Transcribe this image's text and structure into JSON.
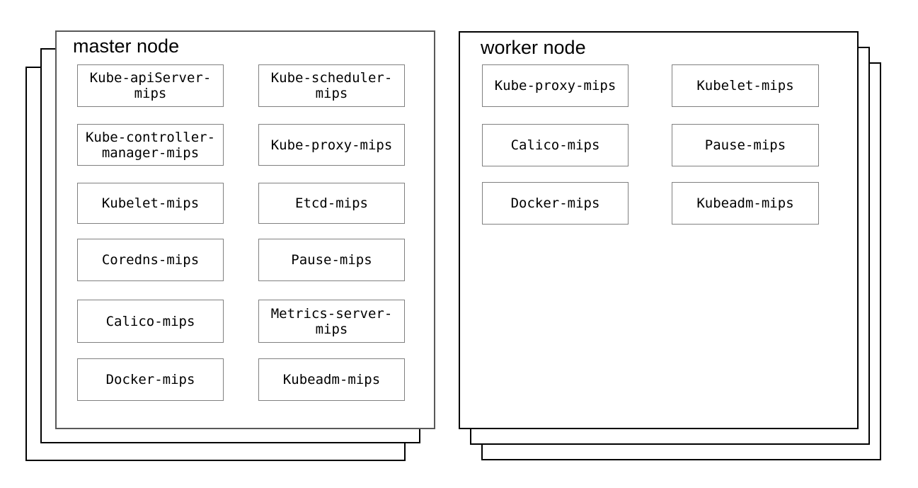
{
  "master": {
    "title": "master node",
    "components": [
      "Kube-apiServer-mips",
      "Kube-scheduler-mips",
      "Kube-controller-manager-mips",
      "Kube-proxy-mips",
      "Kubelet-mips",
      "Etcd-mips",
      "Coredns-mips",
      "Pause-mips",
      "Calico-mips",
      "Metrics-server-mips",
      "Docker-mips",
      "Kubeadm-mips"
    ]
  },
  "worker": {
    "title": "worker node",
    "components": [
      "Kube-proxy-mips",
      "Kubelet-mips",
      "Calico-mips",
      "Pause-mips",
      "Docker-mips",
      "Kubeadm-mips"
    ]
  },
  "colors": {
    "background": "#ffffff",
    "stack_border": "#000000",
    "master_panel_border": "#595959",
    "component_border": "#808080",
    "text": "#000000"
  }
}
